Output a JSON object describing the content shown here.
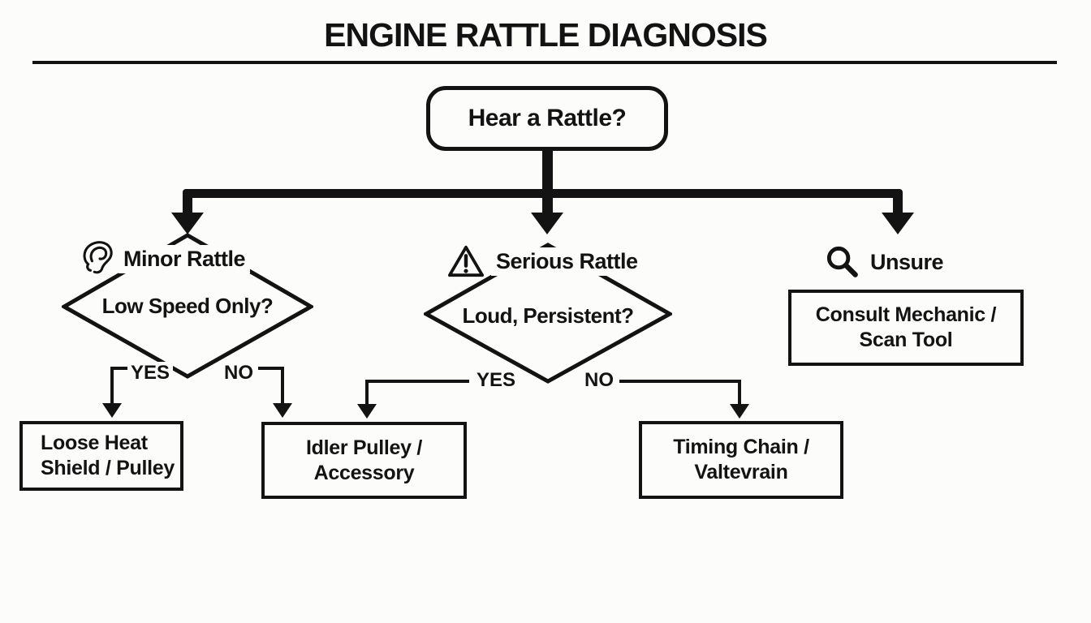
{
  "title": "ENGINE RATTLE DIAGNOSIS",
  "root": {
    "question": "Hear a Rattle?"
  },
  "branches": {
    "minor": {
      "icon": "ear-icon",
      "label": "Minor Rattle",
      "question": "Low Speed Only?",
      "yes_label": "YES",
      "no_label": "NO"
    },
    "serious": {
      "icon": "warning-triangle-icon",
      "label": "Serious Rattle",
      "question": "Loud, Persistent?",
      "yes_label": "YES",
      "no_label": "NO"
    },
    "unsure": {
      "icon": "magnifying-glass-icon",
      "label": "Unsure"
    }
  },
  "outcomes": {
    "loose_heat_shield": "Loose Heat\nShield / Pulley",
    "idler_pulley": "Idler Pulley /\nAccessory",
    "timing_chain": "Timing Chain /\nValtevrain",
    "consult_mechanic": "Consult Mechanic /\nScan Tool"
  },
  "flow": {
    "minor_yes_target": "loose_heat_shield",
    "minor_no_target": "idler_pulley",
    "serious_yes_target": "idler_pulley",
    "serious_no_target": "timing_chain",
    "unsure_target": "consult_mechanic"
  },
  "colors": {
    "ink": "#131313",
    "background": "#fcfcfb"
  }
}
